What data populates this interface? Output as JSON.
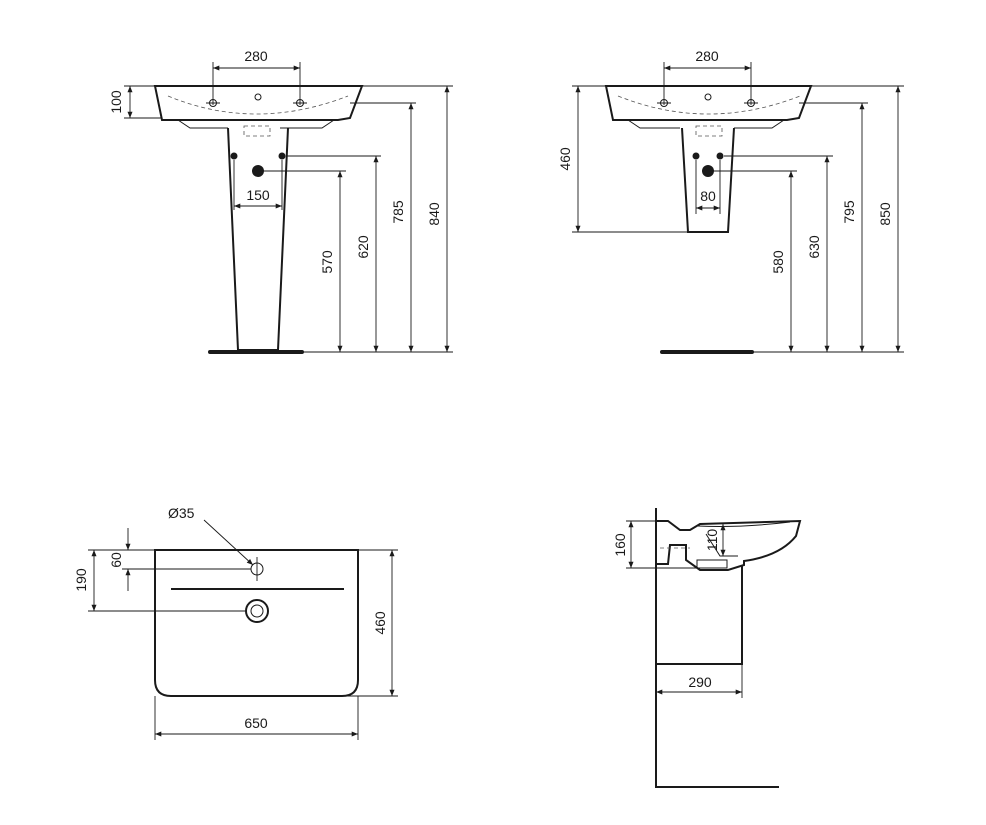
{
  "views": {
    "front_pedestal": {
      "labels": {
        "taps_spacing": "280",
        "rim_depth": "100",
        "pipe_spacing": "150",
        "waste_height": "570",
        "supply_height": "620",
        "overflow_height": "785",
        "rim_height": "840"
      }
    },
    "front_semi_pedestal": {
      "labels": {
        "taps_spacing": "280",
        "bottom_height": "460",
        "pipe_spacing": "80",
        "waste_height": "580",
        "supply_height": "630",
        "overflow_height": "795",
        "rim_height": "850"
      }
    },
    "plan": {
      "labels": {
        "hole_diameter": "Ø35",
        "tap_hole_offset": "60",
        "waste_offset": "190",
        "depth": "460",
        "width": "650"
      }
    },
    "side_section": {
      "labels": {
        "total_depth": "160",
        "bowl_depth": "110",
        "wall_distance": "290"
      }
    }
  }
}
